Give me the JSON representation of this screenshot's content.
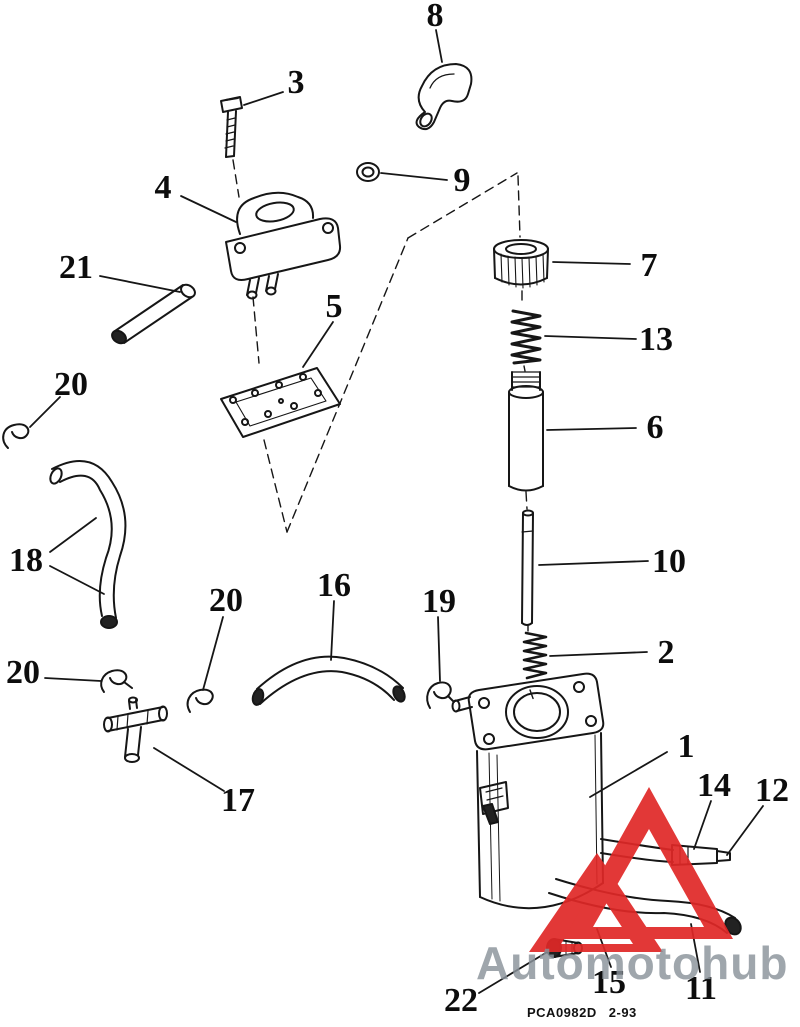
{
  "diagram": {
    "type": "exploded-parts-diagram",
    "footer_code": "PCA0982D",
    "footer_date": "2-93",
    "line_color": "#161616",
    "callouts": [
      {
        "label": "8"
      },
      {
        "label": "3"
      },
      {
        "label": "4"
      },
      {
        "label": "9"
      },
      {
        "label": "21"
      },
      {
        "label": "7"
      },
      {
        "label": "5"
      },
      {
        "label": "13"
      },
      {
        "label": "20"
      },
      {
        "label": "6"
      },
      {
        "label": "18"
      },
      {
        "label": "10"
      },
      {
        "label": "16"
      },
      {
        "label": "20"
      },
      {
        "label": "19"
      },
      {
        "label": "2"
      },
      {
        "label": "20"
      },
      {
        "label": "1"
      },
      {
        "label": "14"
      },
      {
        "label": "12"
      },
      {
        "label": "17"
      },
      {
        "label": "15"
      },
      {
        "label": "11"
      },
      {
        "label": "22"
      }
    ]
  },
  "watermark": {
    "text": "Automotohub",
    "text_color": "#8a939b",
    "logo_color": "#e02827"
  }
}
